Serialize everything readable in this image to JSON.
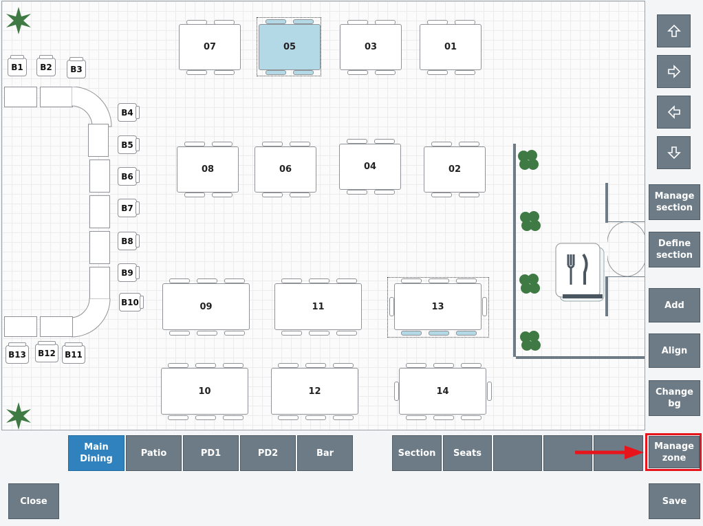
{
  "tables": {
    "t07": "07",
    "t05": "05",
    "t03": "03",
    "t01": "01",
    "t08": "08",
    "t06": "06",
    "t04": "04",
    "t02": "02",
    "t09": "09",
    "t11": "11",
    "t13": "13",
    "t10": "10",
    "t12": "12",
    "t14": "14"
  },
  "bar_seats": {
    "b1": "B1",
    "b2": "B2",
    "b3": "B3",
    "b4": "B4",
    "b5": "B5",
    "b6": "B6",
    "b7": "B7",
    "b8": "B8",
    "b9": "B9",
    "b10": "B10",
    "b11": "B11",
    "b12": "B12",
    "b13": "B13"
  },
  "right_panel": {
    "manage_section": "Manage section",
    "define_section": "Define section",
    "add": "Add",
    "align": "Align",
    "change_bg": "Change bg",
    "manage_zone": "Manage zone",
    "save": "Save"
  },
  "zone_tabs": [
    "Main Dining",
    "Patio",
    "PD1",
    "PD2",
    "Bar"
  ],
  "view_tabs": [
    "Section",
    "Seats",
    "",
    "",
    ""
  ],
  "close_label": "Close",
  "colors": {
    "active_tab": "#2f82bd",
    "button": "#6c7b86",
    "selected_table": "#b3d9e6",
    "highlight": "#e8141b"
  }
}
